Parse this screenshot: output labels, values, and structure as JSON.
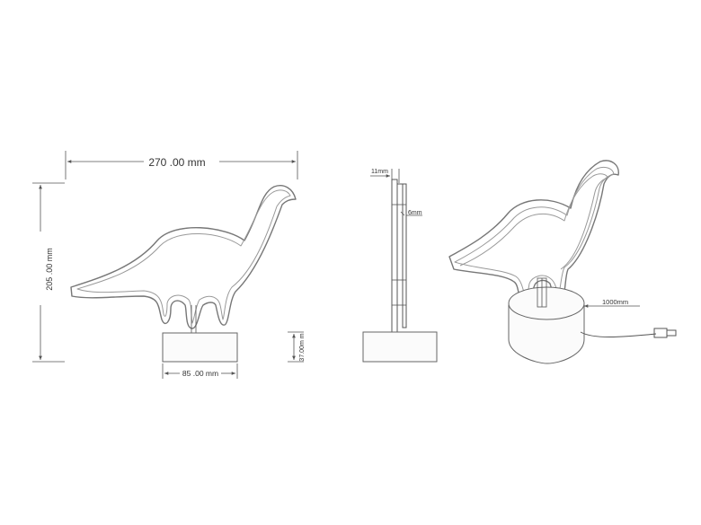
{
  "dimensions": {
    "width": "270 .00 mm",
    "height": "205 .00 mm",
    "base_width": "85 .00 mm",
    "base_height": "37.00m m",
    "thickness_outer": "11mm",
    "thickness_inner": "6mm",
    "cable_length": "1000mm"
  },
  "colors": {
    "line": "#555555",
    "neon": "#777777",
    "text": "#333333"
  }
}
